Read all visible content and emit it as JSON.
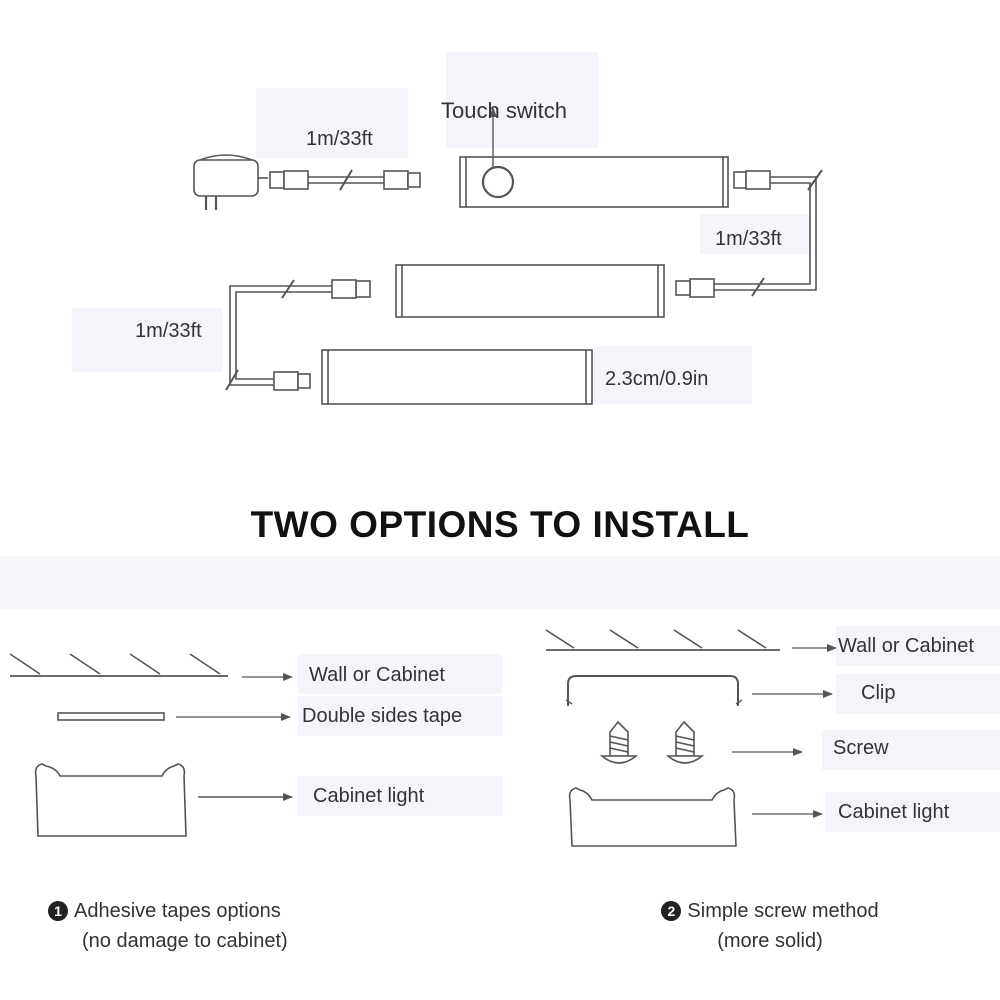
{
  "connection_diagram": {
    "touch_switch_label": "Touch switch",
    "cable_label_1": "1m/33ft",
    "cable_label_2": "1m/33ft",
    "cable_label_3": "1m/33ft",
    "height_label": "2.3cm/0.9in"
  },
  "install": {
    "title": "TWO OPTIONS TO INSTALL",
    "option1": {
      "number": "1",
      "labels": {
        "wall": "Wall or Cabinet",
        "tape": "Double sides tape",
        "light": "Cabinet light"
      },
      "caption_line1": "Adhesive tapes options",
      "caption_line2": "(no damage to cabinet)"
    },
    "option2": {
      "number": "2",
      "labels": {
        "wall": "Wall or Cabinet",
        "clip": "Clip",
        "screw": "Screw",
        "light": "Cabinet light"
      },
      "caption_line1": "Simple screw method",
      "caption_line2": "(more solid)"
    }
  },
  "colors": {
    "line": "#555555",
    "label_background": "#f4f5fb"
  }
}
